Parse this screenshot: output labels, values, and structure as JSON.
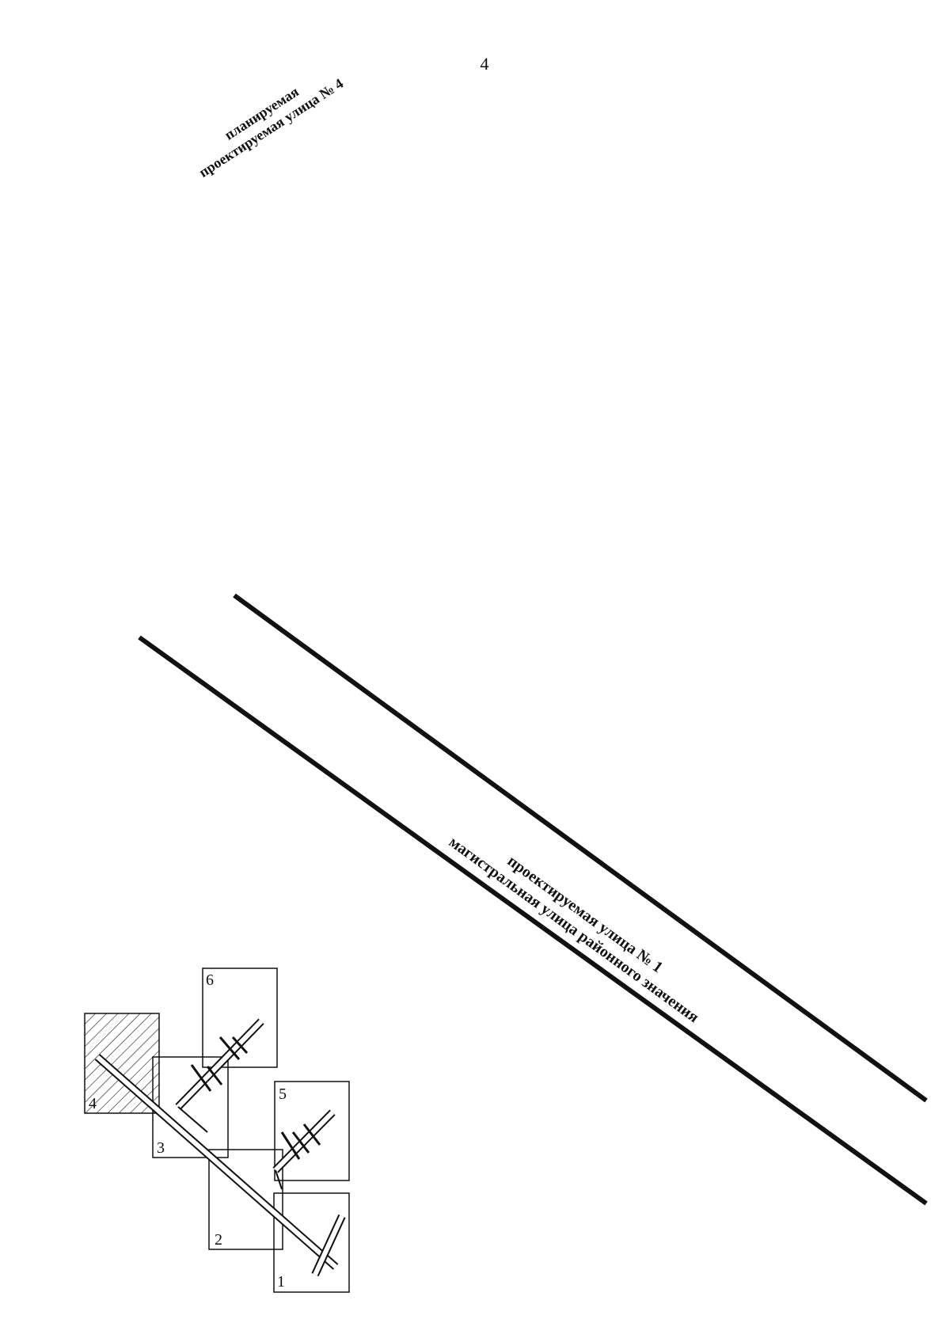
{
  "page_number": "4",
  "streets": {
    "street4": {
      "line1": "планируемая",
      "line2": "проектируемая улица № 4"
    },
    "street1": {
      "line1": "проектируемая улица № 1",
      "line2": "магистральная улица районного значения"
    }
  },
  "plots": [
    {
      "label": "1"
    },
    {
      "label": "2"
    },
    {
      "label": "3"
    },
    {
      "label": "4",
      "hatched": true
    },
    {
      "label": "5"
    },
    {
      "label": "6"
    }
  ],
  "colors": {
    "ink": "#111111",
    "background": "#ffffff"
  }
}
